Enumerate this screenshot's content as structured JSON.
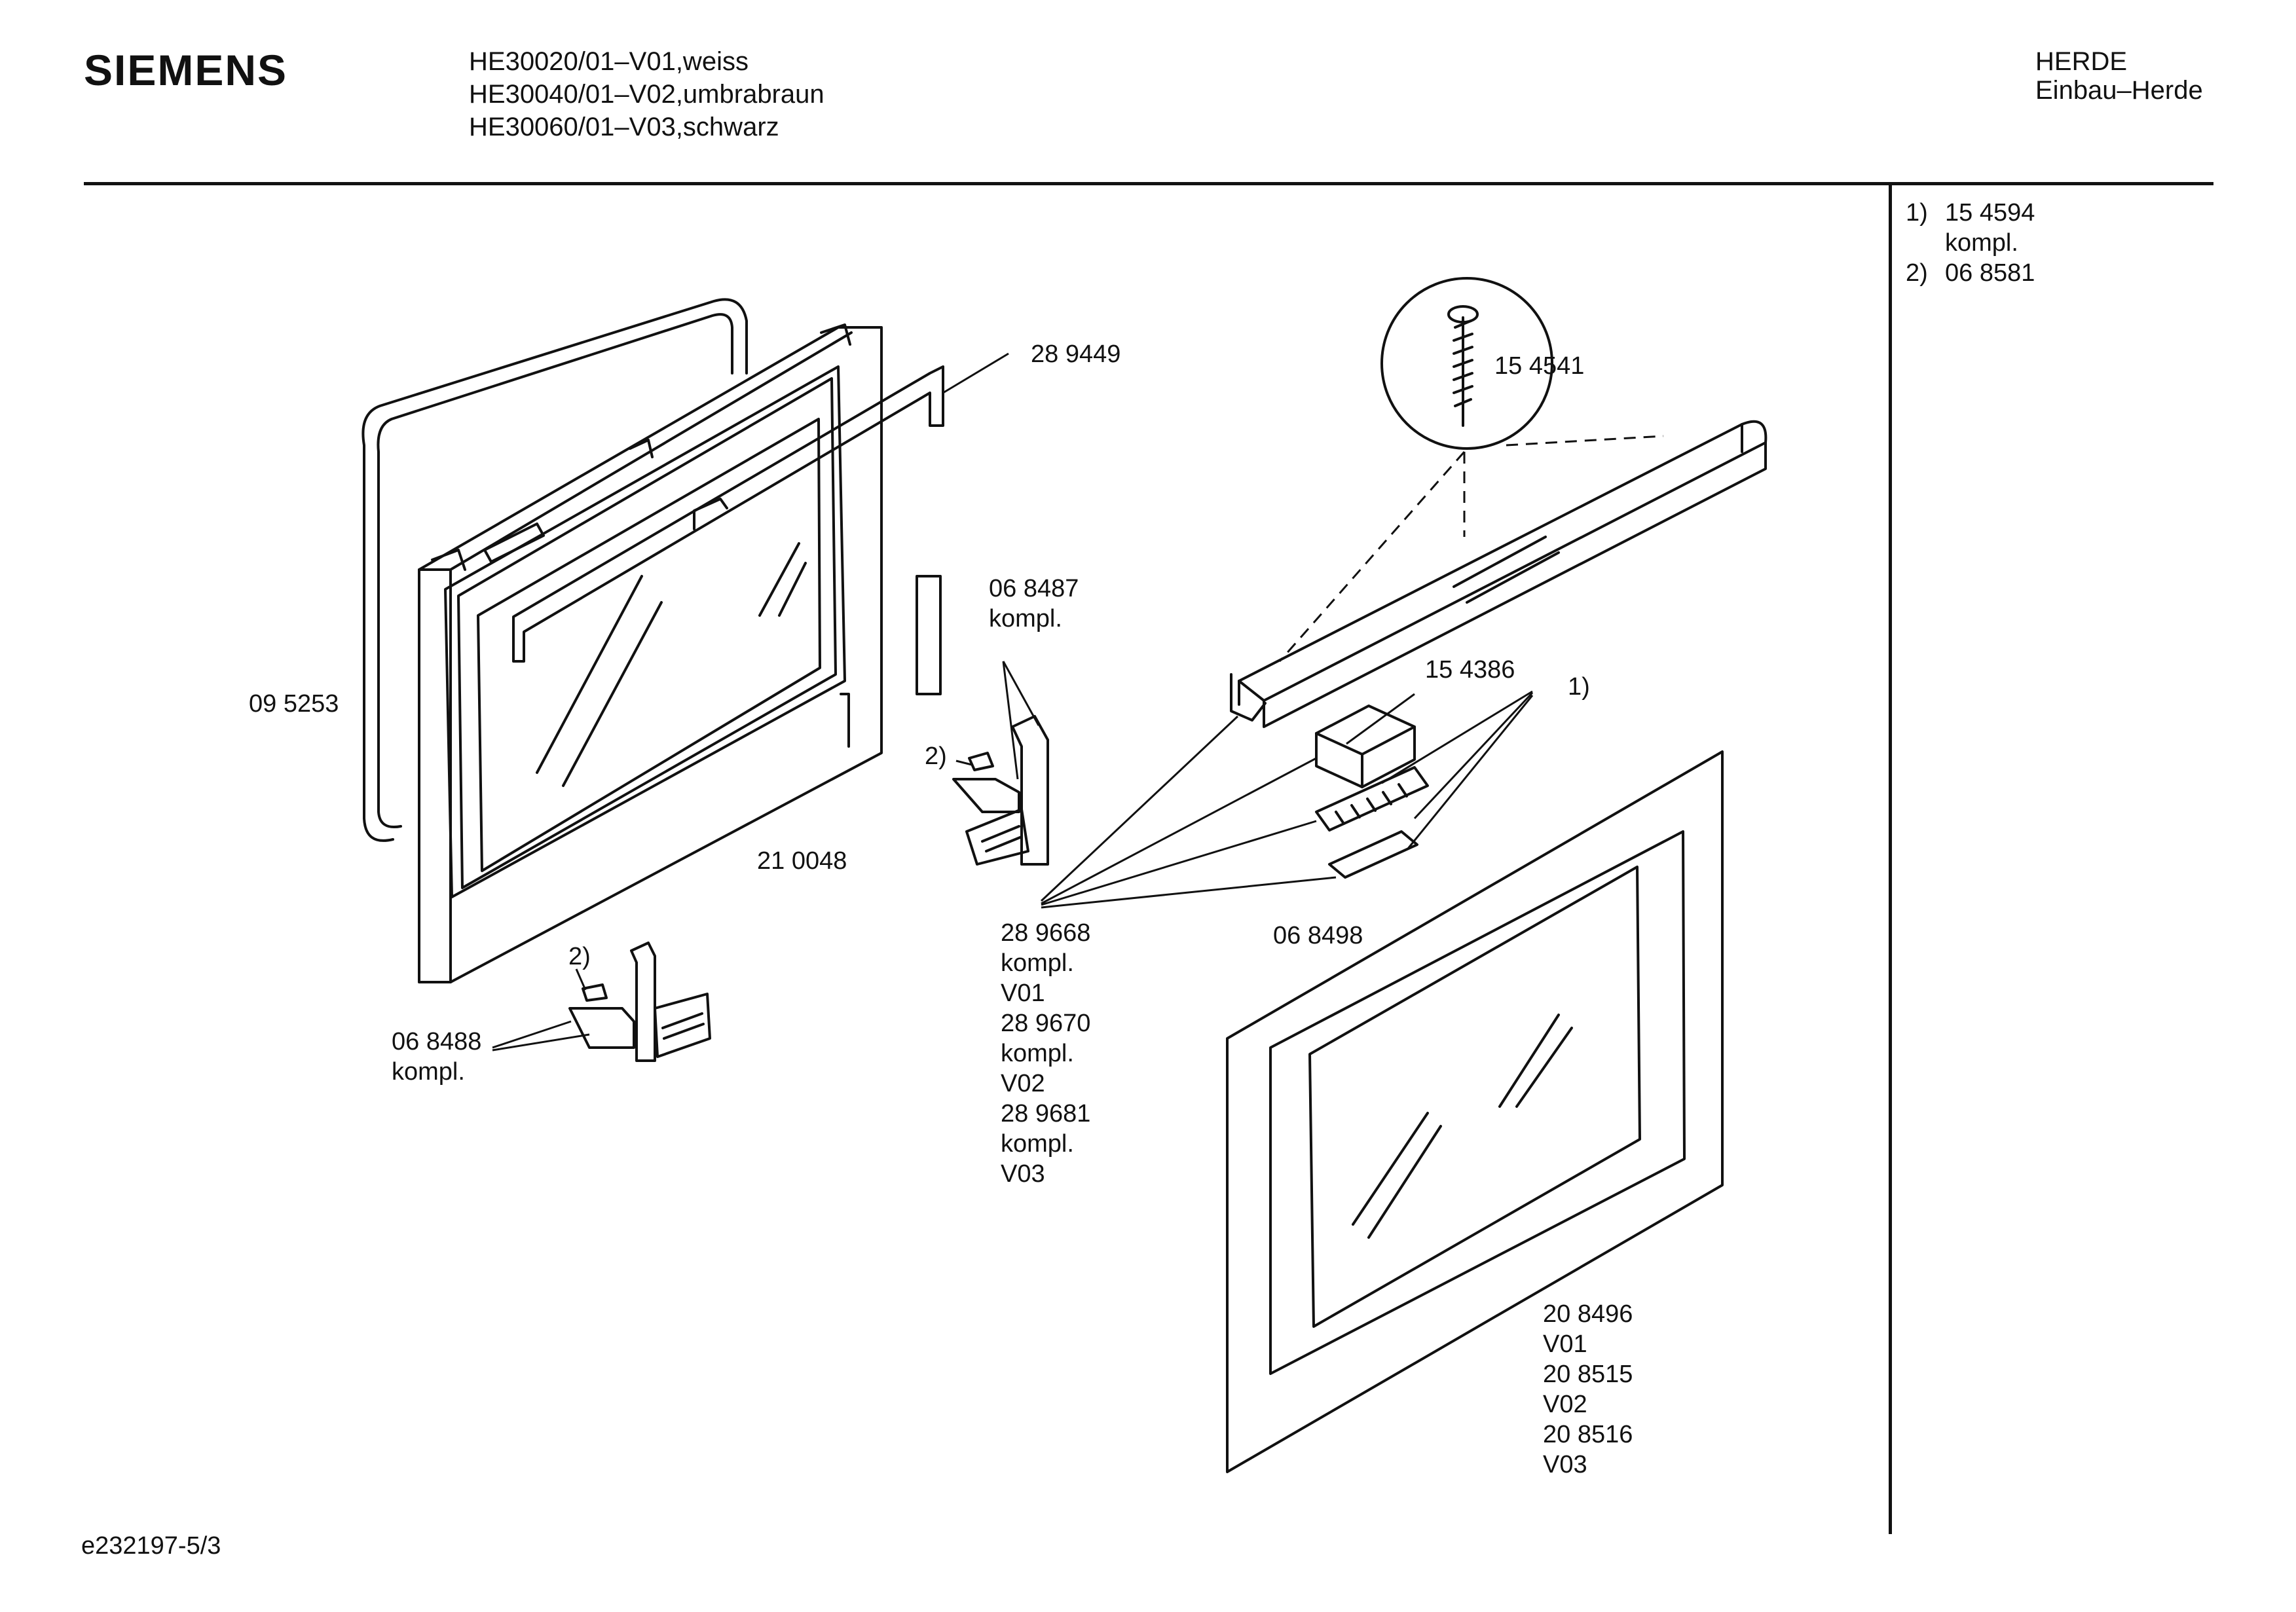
{
  "header": {
    "brand": "SIEMENS",
    "models": [
      "HE30020/01–V01,weiss",
      "HE30040/01–V02,umbrabraun",
      "HE30060/01–V03,schwarz"
    ],
    "category": "HERDE",
    "subcategory": "Einbau–Herde"
  },
  "notes": [
    {
      "marker": "1)",
      "line1": "15 4594",
      "line2": "kompl."
    },
    {
      "marker": "2)",
      "line1": "06 8581",
      "line2": ""
    }
  ],
  "parts": {
    "p289449": "28 9449",
    "p154541": "15 4541",
    "p068487": [
      "06 8487",
      "kompl."
    ],
    "p095253": "09 5253",
    "p154386": "15 4386",
    "note1_marker": "1)",
    "note2_marker_hinge": "2)",
    "note2_marker_lower": "2)",
    "p210048": "21 0048",
    "p289668": [
      "28 9668",
      "kompl.",
      "V01",
      "28 9670",
      "kompl.",
      "V02",
      "28 9681",
      "kompl.",
      "V03"
    ],
    "p068498": "06 8498",
    "p068488": [
      "06 8488",
      "kompl."
    ],
    "p208496": [
      "20 8496",
      "V01",
      "20 8515",
      "V02",
      "20 8516",
      "V03"
    ]
  },
  "footer": {
    "drawing_id": "e232197-5/3"
  }
}
